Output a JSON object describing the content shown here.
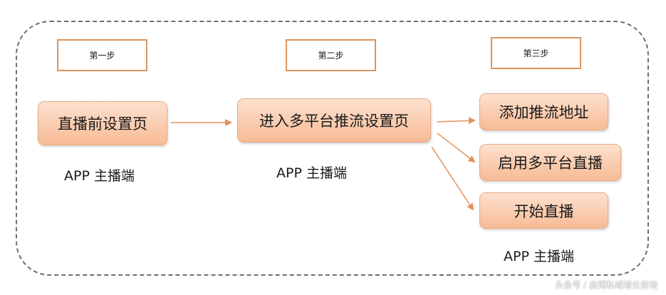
{
  "steps": {
    "step1": {
      "label": "第一步",
      "node": "直播前设置页",
      "caption": "APP 主播端"
    },
    "step2": {
      "label": "第二步",
      "node": "进入多平台推流设置页",
      "caption": "APP 主播端"
    },
    "step3": {
      "label": "第三步",
      "nodes": [
        "添加推流地址",
        "启用多平台直播",
        "开始直播"
      ],
      "caption": "APP 主播端"
    }
  },
  "watermark": "头条号 / 启博私域增长咨询",
  "colors": {
    "node_fill": "#f7bb95",
    "node_border": "#e9ab84",
    "label_border": "#d9955f",
    "arrow": "#e3935a",
    "frame": "#6f6f6f"
  }
}
